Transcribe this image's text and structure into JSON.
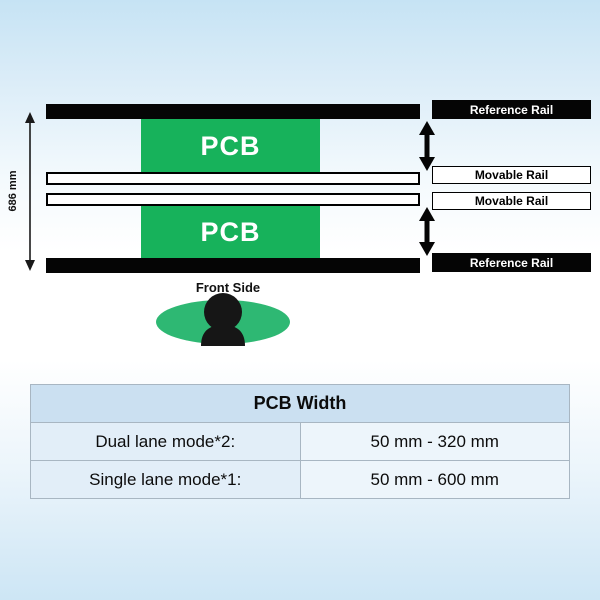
{
  "diagram": {
    "reference_rail_top": "Reference Rail",
    "movable_rail_1": "Movable Rail",
    "movable_rail_2": "Movable Rail",
    "reference_rail_bottom": "Reference Rail",
    "pcb_top": "PCB",
    "pcb_bottom": "PCB",
    "dimension_label": "686 mm",
    "front_side_label": "Front Side",
    "colors": {
      "pcb_green": "#17b25b",
      "operator_ellipse_green": "#2eb873",
      "rail_black": "#050505",
      "table_header_blue": "#cbe0f1"
    }
  },
  "table": {
    "title": "PCB Width",
    "rows": [
      {
        "label": "Dual lane mode*2:",
        "value": "50 mm -  320 mm"
      },
      {
        "label": "Single lane mode*1:",
        "value": "50 mm - 600 mm"
      }
    ]
  }
}
